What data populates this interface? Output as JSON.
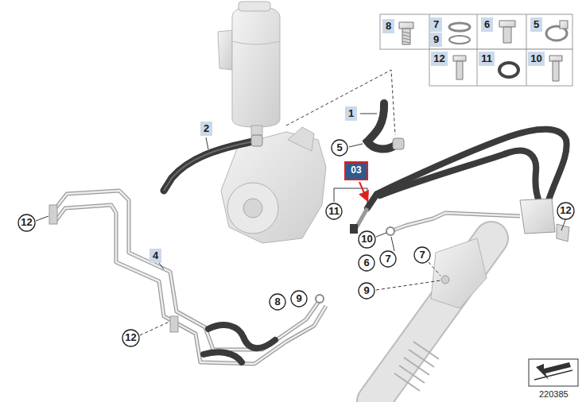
{
  "diagram": {
    "nodes": [
      {
        "text": [
          "8"
        ]
      },
      {
        "text": [
          "7"
        ]
      },
      {
        "text": [
          "9"
        ]
      },
      {
        "text": [
          "6"
        ]
      },
      {
        "text": [
          "5"
        ]
      },
      {
        "text": [
          "12"
        ]
      },
      {
        "text": [
          "11"
        ]
      },
      {
        "text": [
          "10"
        ]
      },
      {
        "text": [
          "1"
        ]
      },
      {
        "text": [
          "2"
        ]
      },
      {
        "text": [
          "5"
        ]
      },
      {
        "text": [
          "03"
        ]
      },
      {
        "text": [
          "12"
        ]
      },
      {
        "text": [
          "11"
        ]
      },
      {
        "text": [
          "12"
        ]
      },
      {
        "text": [
          "10"
        ]
      },
      {
        "text": [
          "7"
        ]
      },
      {
        "text": [
          "4"
        ]
      },
      {
        "text": [
          "7"
        ]
      },
      {
        "text": [
          "6"
        ]
      },
      {
        "text": [
          "9"
        ]
      },
      {
        "text": [
          "9"
        ]
      },
      {
        "text": [
          "8"
        ]
      },
      {
        "text": [
          "12"
        ]
      }
    ],
    "labels": [
      "220385"
    ]
  }
}
